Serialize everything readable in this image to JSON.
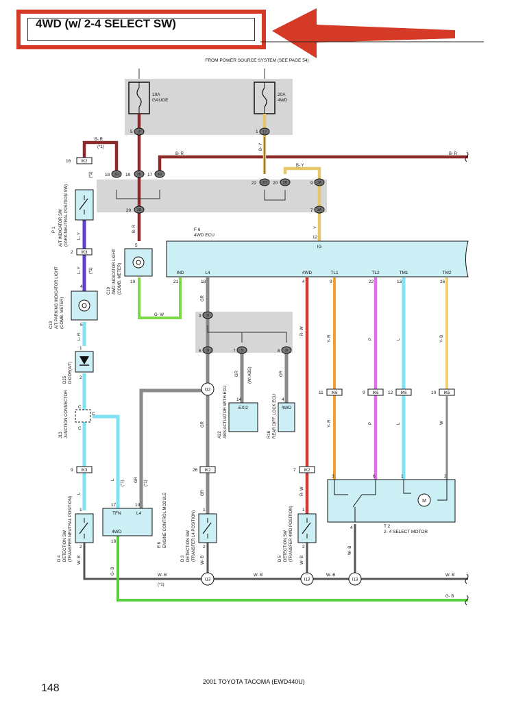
{
  "page_title": "4WD (w/ 2-4 SELECT SW)",
  "power_source_note": "FROM POWER SOURCE SYSTEM (SEE PAGE 54)",
  "page_number": "148",
  "footer": "2001 TOYOTA TACOMA (EWD440U)",
  "colors": {
    "title_frame": "#d43a26",
    "arrow": "#d43a26",
    "wire_br": "#8b2a2a",
    "wire_by": "#e8c66a",
    "wire_ly": "#6070b8",
    "wire_lr": "#7fe3f3",
    "wire_gw": "#7fd84a",
    "wire_gr": "#8a8a8a",
    "wire_rw": "#d23a3a",
    "wire_yr": "#f0a030",
    "wire_p": "#e070e8",
    "wire_l": "#7fe3f3",
    "wire_yb": "#f0d070",
    "wire_wb": "#555555",
    "wire_gb": "#5ad040",
    "shade": "#d6d6d6",
    "ecu_fill": "#cceff6"
  },
  "fuses": [
    {
      "rating": "10A",
      "name": "GAUGE",
      "pin": "5",
      "conn": "1F"
    },
    {
      "rating": "20A",
      "name": "4WD",
      "pin": "1",
      "conn": "1J"
    }
  ],
  "junctions": {
    "ik2": "IK2",
    "ik3": "IK3",
    "ik6": "IK6",
    "i12": "I12",
    "i13": "I13",
    "c3d": "3D",
    "c3h": "3H",
    "c3a": "3A",
    "c3i": "3I",
    "c3j": "3J",
    "c3b": "3B"
  },
  "components": {
    "p1": {
      "id": "P 1",
      "name": "A/T INDICATOR SW",
      "desc": "(PARK/NEUTRAL POSITION SW)"
    },
    "c10": {
      "id": "C10",
      "name": "4WD INDICATOR LIGHT",
      "desc": "(COMB. METER)"
    },
    "c13": {
      "id": "C13",
      "name": "A/T PARKING INDICATOR LIGHT",
      "desc": "(COMB. METER)"
    },
    "d25": {
      "id": "D25",
      "name": "DIODE(A/T)"
    },
    "j13": {
      "id": "J13",
      "name": "JUNCTION CONNECTOR"
    },
    "d4": {
      "id": "D 4",
      "name": "DETECTION SW",
      "desc": "(TRANSFER NEUTRAL POSITION)"
    },
    "e6": {
      "id": "E 6",
      "name": "ENGINE CONTROL MODULE",
      "pin_tfn": "TFN",
      "pin_l4": "L4",
      "pin_4wd": "4WD"
    },
    "a22": {
      "id": "A22",
      "name": "ABS ACTUATOR WITH ECU",
      "pin": "EXI2"
    },
    "r16": {
      "id": "R16",
      "name": "REAR DIFF. LOCK ECU",
      "pin": "4WD"
    },
    "d3": {
      "id": "D 3",
      "name": "DETECTION SW",
      "desc": "(TRANSFER L4 POSITION)"
    },
    "d5": {
      "id": "D 5",
      "name": "DETECTION SW",
      "desc": "(TRANSFER 4WD POSITION)"
    },
    "f6": {
      "id": "F 6",
      "name": "4WD ECU",
      "pins_top": [
        "IG"
      ],
      "pins": [
        "IND",
        "L4",
        "4WD",
        "TL1",
        "TL2",
        "TM1",
        "TM2"
      ],
      "pin_nums": [
        "21",
        "18",
        "4",
        "9",
        "22",
        "13",
        "26"
      ],
      "pin_ig": "12"
    },
    "t2": {
      "id": "T 2",
      "name": "2- 4 SELECT MOTOR",
      "motor": "M"
    }
  },
  "wire_labels": {
    "br": "B- R",
    "by": "B- Y",
    "ly": "L- Y",
    "y": "Y",
    "lr": "L- R",
    "gw": "G- W",
    "gr": "GR",
    "rw": "R- W",
    "yr": "Y- R",
    "p": "P",
    "l": "L",
    "yb": "Y- B",
    "w": "W",
    "wb": "W- B",
    "gb": "G- B",
    "c": "C",
    "star1": "(*1)",
    "grabs": "(W/ ABS)"
  }
}
